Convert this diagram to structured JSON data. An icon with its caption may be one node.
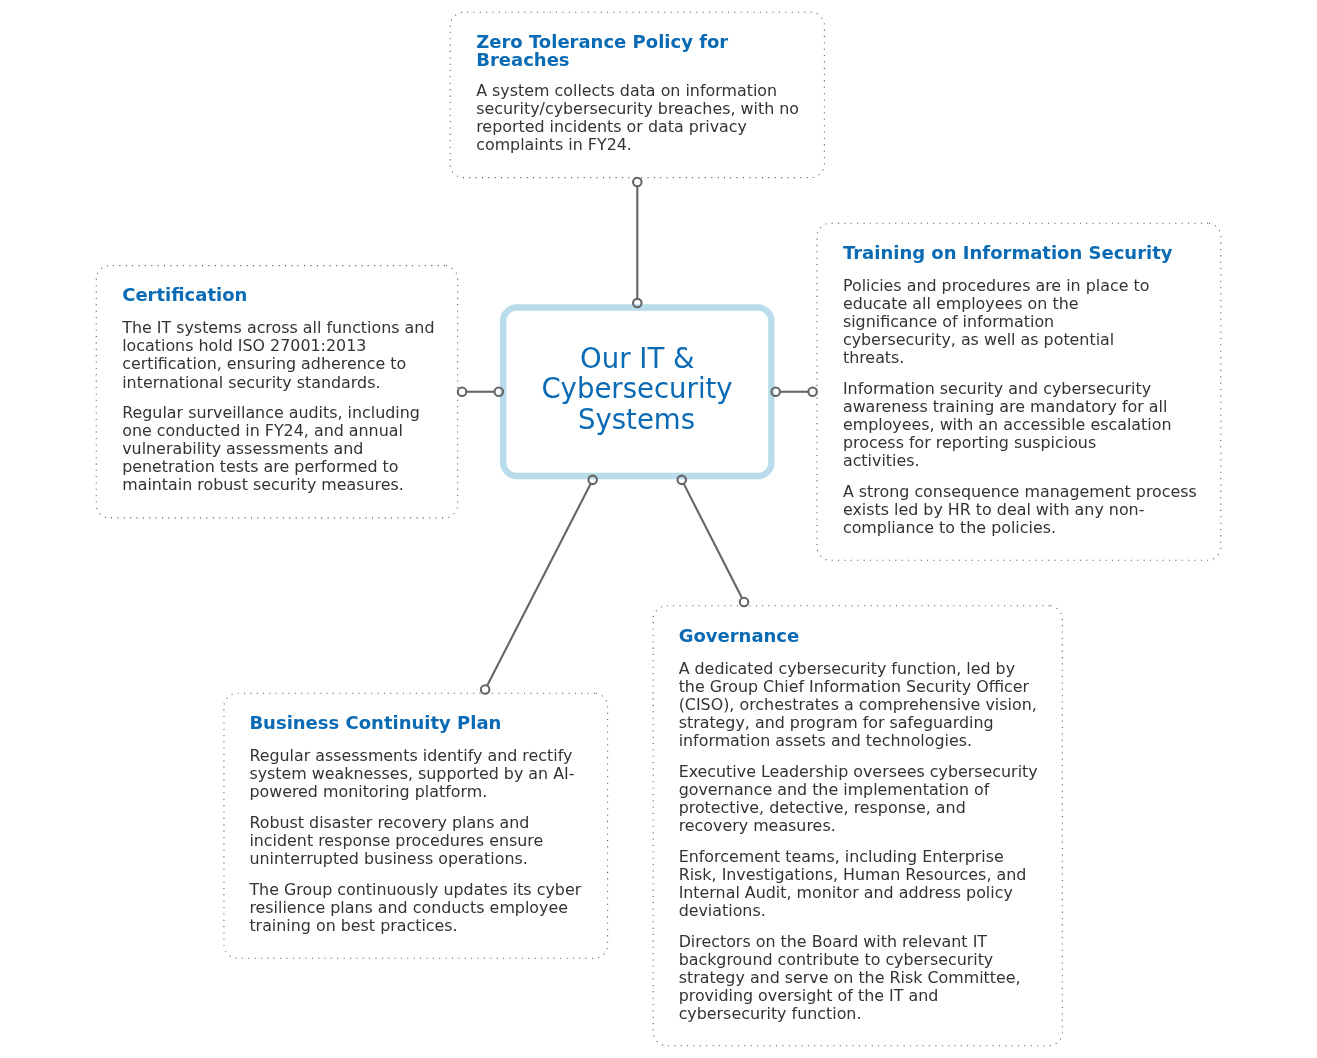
{
  "diagram": {
    "nodes": [
      {
        "text": [
          "Certification",
          "The IT systems across all functions and locations hold ISO 27001:2013 certification, ensuring adherence to international security standards.",
          "Regular surveillance audits, including one conducted in FY24, and annual vulnerability assessments and penetration tests are performed to maintain robust security measures."
        ]
      },
      {
        "text": [
          "Zero Tolerance Policy for Breaches",
          "A system collects data on information security/cybersecurity breaches, with no reported incidents or data privacy complaints in FY24."
        ]
      },
      {
        "text": [
          "Training on Information Security",
          "Policies and procedures are in place to educate all employees on the significance of information cybersecurity, as well as potential threats.",
          "Information security and cybersecurity awareness training are mandatory for all employees, with an accessible escalation process for reporting suspicious activities.",
          "A strong consequence management process exists led by HR to deal with any non-compliance to the policies."
        ]
      },
      {
        "text": [
          "Our IT & Cybersecurity Systems"
        ]
      },
      {
        "text": [
          "Business Continuity Plan",
          "Regular assessments identify and rectify system weaknesses, supported by an AI-powered monitoring platform.",
          "Robust disaster recovery plans and incident response procedures ensure uninterrupted business operations.",
          "The Group continuously updates its cyber resilience plans and conducts employee training on best practices."
        ]
      },
      {
        "text": [
          "Governance",
          "A dedicated cybersecurity function, led by the Group Chief Information Security Officer (CISO), orchestrates a comprehensive vision, strategy, and program for safeguarding information assets and technologies.",
          "Executive Leadership oversees cybersecurity governance and the implementation of protective, detective, response, and recovery measures.",
          "Enforcement teams, including Enterprise Risk, Investigations, Human Resources, and Internal Audit, monitor and address policy deviations.",
          "Directors on the Board with relevant IT background contribute to cybersecurity strategy and serve on the Risk Committee, providing oversight of the IT and cybersecurity function."
        ]
      }
    ],
    "edges": [
      {
        "from": 1,
        "to": 3,
        "arrow": "other"
      },
      {
        "from": 0,
        "to": 3,
        "arrow": "other"
      },
      {
        "from": 3,
        "to": 2,
        "arrow": "other"
      },
      {
        "from": 3,
        "to": 4,
        "arrow": "other"
      },
      {
        "from": 3,
        "to": 5,
        "arrow": "other"
      }
    ]
  }
}
